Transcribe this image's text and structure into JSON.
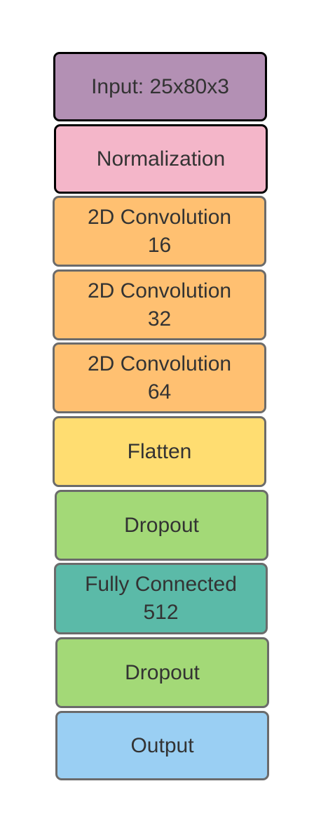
{
  "layers": [
    {
      "line1": "Input: 25x80x3",
      "line2": "",
      "fill": "#b390b4",
      "border": "#000000"
    },
    {
      "line1": "Normalization",
      "line2": "",
      "fill": "#f4b6c9",
      "border": "#000000"
    },
    {
      "line1": "2D Convolution",
      "line2": "16",
      "fill": "#ffc071",
      "border": "#6b6b6b"
    },
    {
      "line1": "2D Convolution",
      "line2": "32",
      "fill": "#ffc071",
      "border": "#6b6b6b"
    },
    {
      "line1": "2D Convolution",
      "line2": "64",
      "fill": "#ffc071",
      "border": "#6b6b6b"
    },
    {
      "line1": "Flatten",
      "line2": "",
      "fill": "#ffdd71",
      "border": "#6b6b6b"
    },
    {
      "line1": "Dropout",
      "line2": "",
      "fill": "#a3d977",
      "border": "#6b6b6b"
    },
    {
      "line1": "Fully Connected",
      "line2": "512",
      "fill": "#5bbaa8",
      "border": "#6b6b6b"
    },
    {
      "line1": "Dropout",
      "line2": "",
      "fill": "#a3d977",
      "border": "#6b6b6b"
    },
    {
      "line1": "Output",
      "line2": "",
      "fill": "#9acff3",
      "border": "#6b6b6b"
    }
  ]
}
